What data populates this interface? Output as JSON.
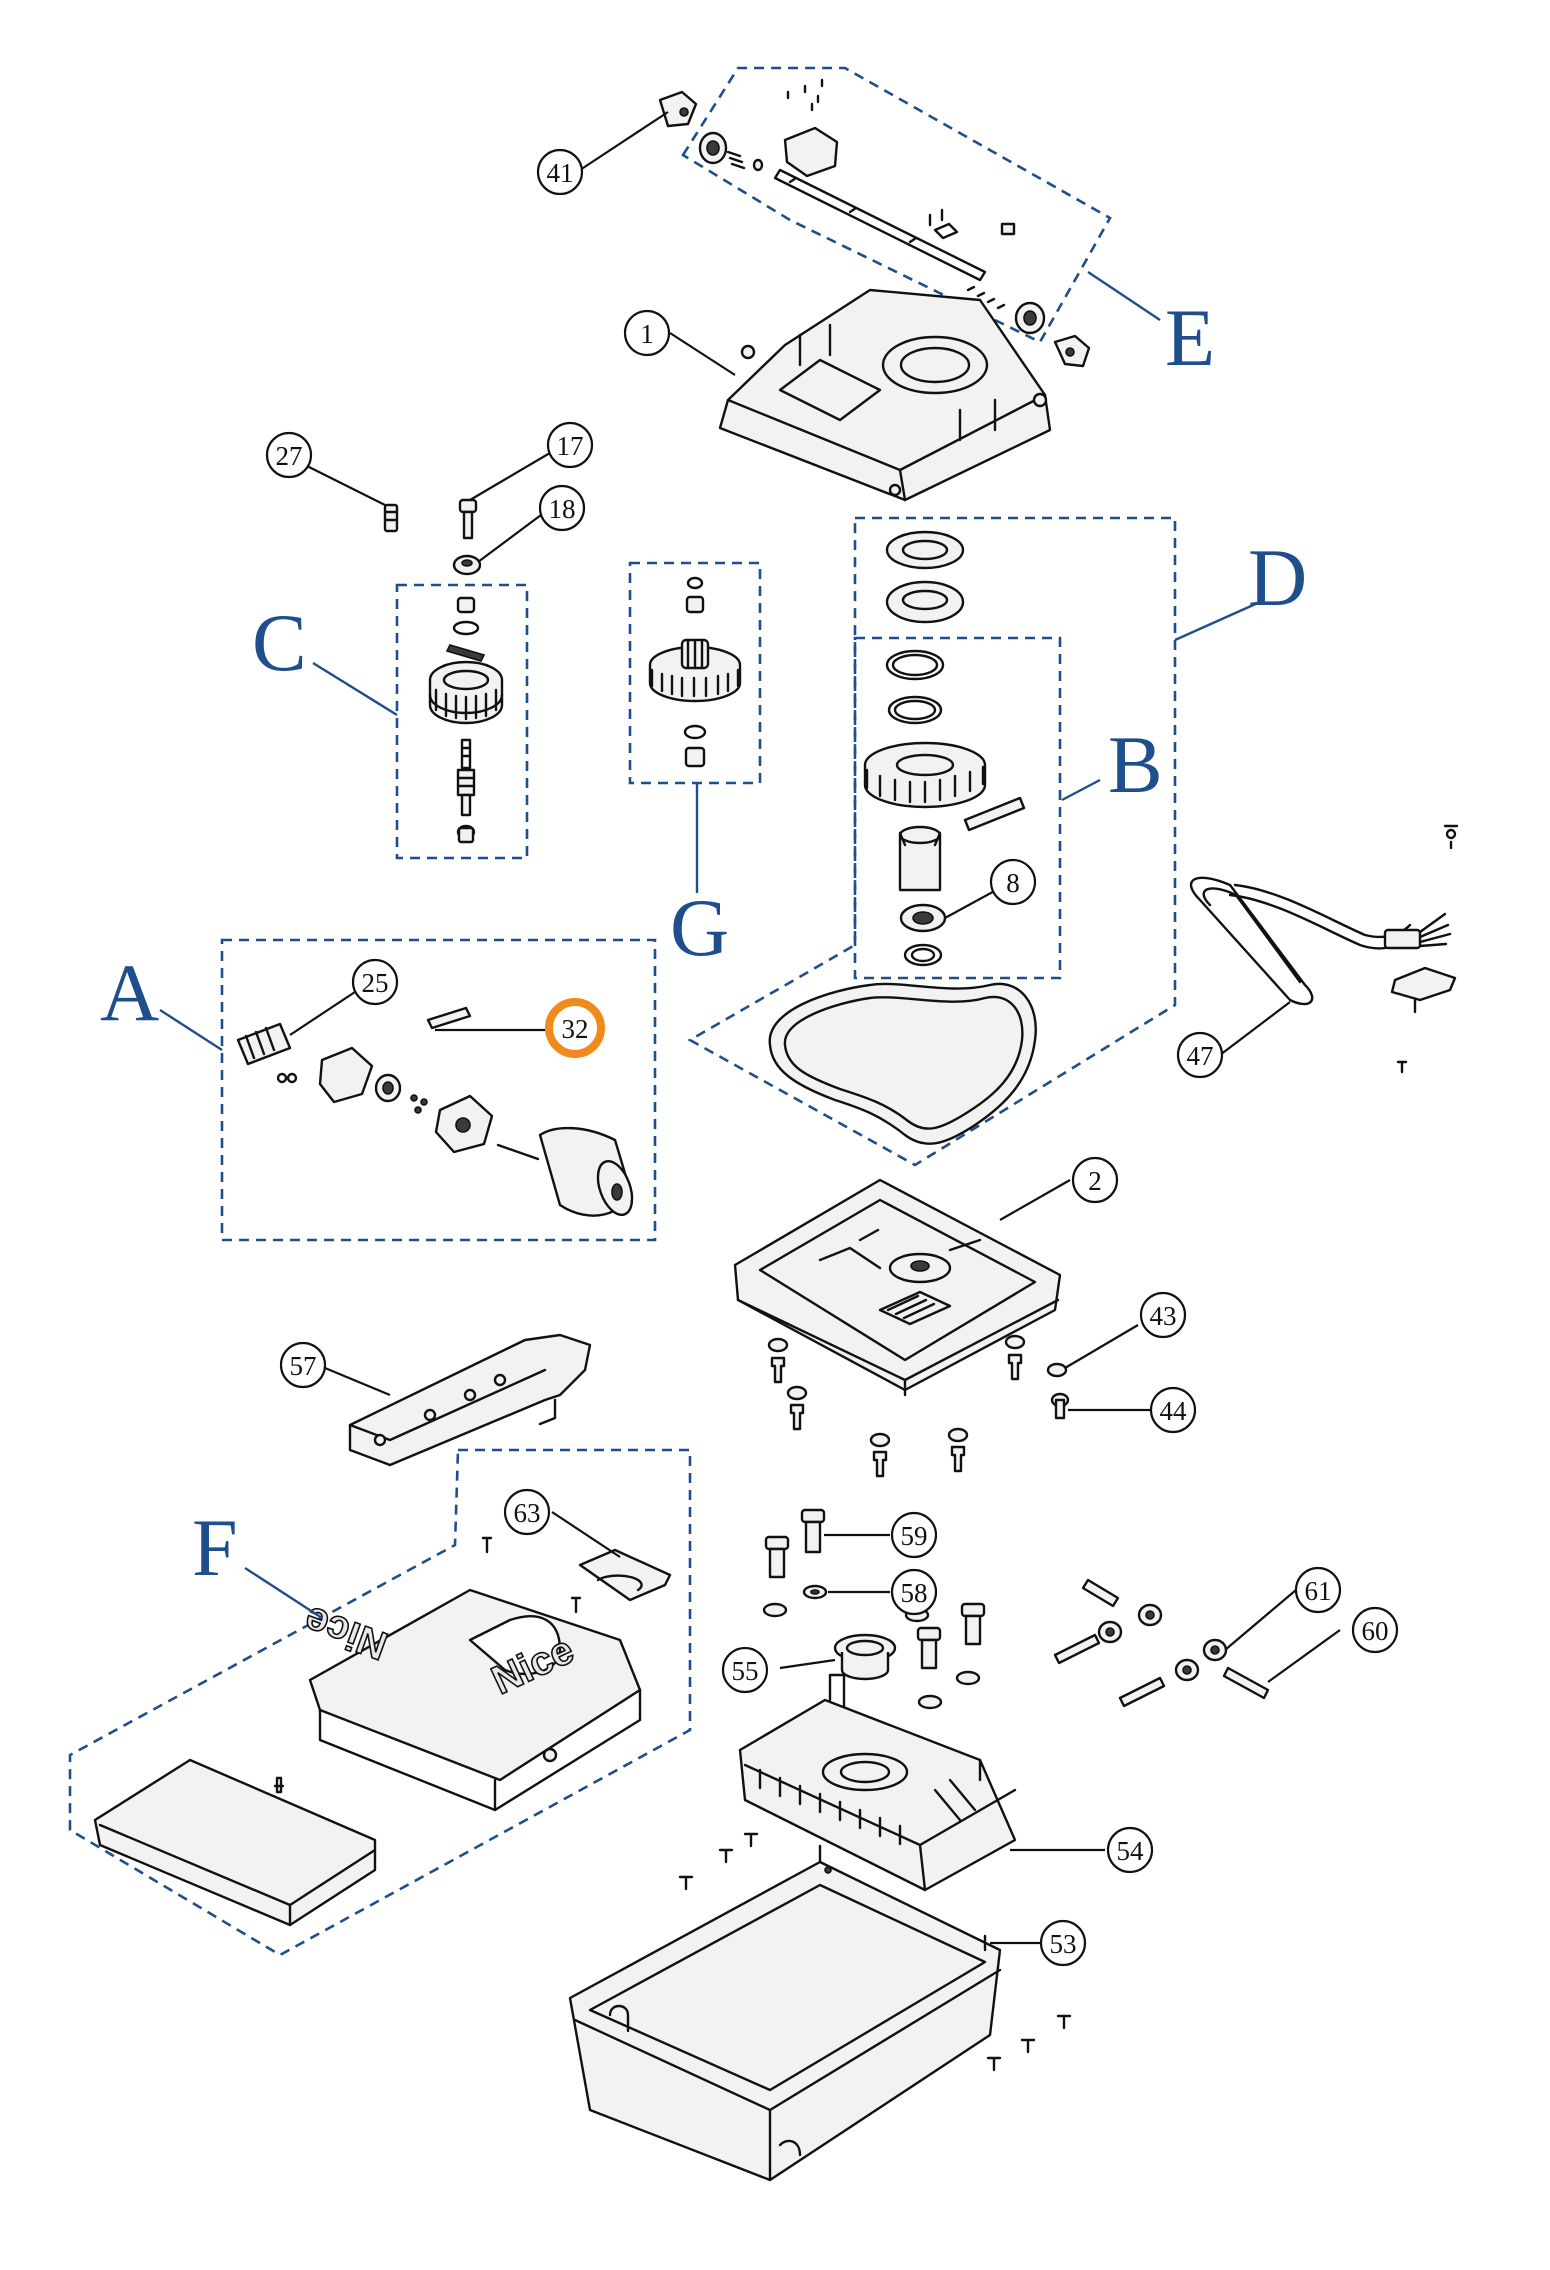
{
  "diagram": {
    "callouts": [
      {
        "label": "41"
      },
      {
        "label": "1"
      },
      {
        "label": "27"
      },
      {
        "label": "17"
      },
      {
        "label": "18"
      },
      {
        "label": "8"
      },
      {
        "label": "25"
      },
      {
        "label": "32",
        "highlighted": true
      },
      {
        "label": "47"
      },
      {
        "label": "2"
      },
      {
        "label": "43"
      },
      {
        "label": "44"
      },
      {
        "label": "57"
      },
      {
        "label": "63"
      },
      {
        "label": "59"
      },
      {
        "label": "58"
      },
      {
        "label": "61"
      },
      {
        "label": "60"
      },
      {
        "label": "55"
      },
      {
        "label": "54"
      },
      {
        "label": "53"
      }
    ],
    "groups": [
      {
        "letter": "A"
      },
      {
        "letter": "B"
      },
      {
        "letter": "C"
      },
      {
        "letter": "D"
      },
      {
        "letter": "E"
      },
      {
        "letter": "F"
      },
      {
        "letter": "G"
      }
    ],
    "logo_text": "Nice",
    "colors": {
      "group_blue": "#1f4e8c",
      "highlight_orange": "#f08a1c",
      "line_black": "#111111"
    }
  }
}
